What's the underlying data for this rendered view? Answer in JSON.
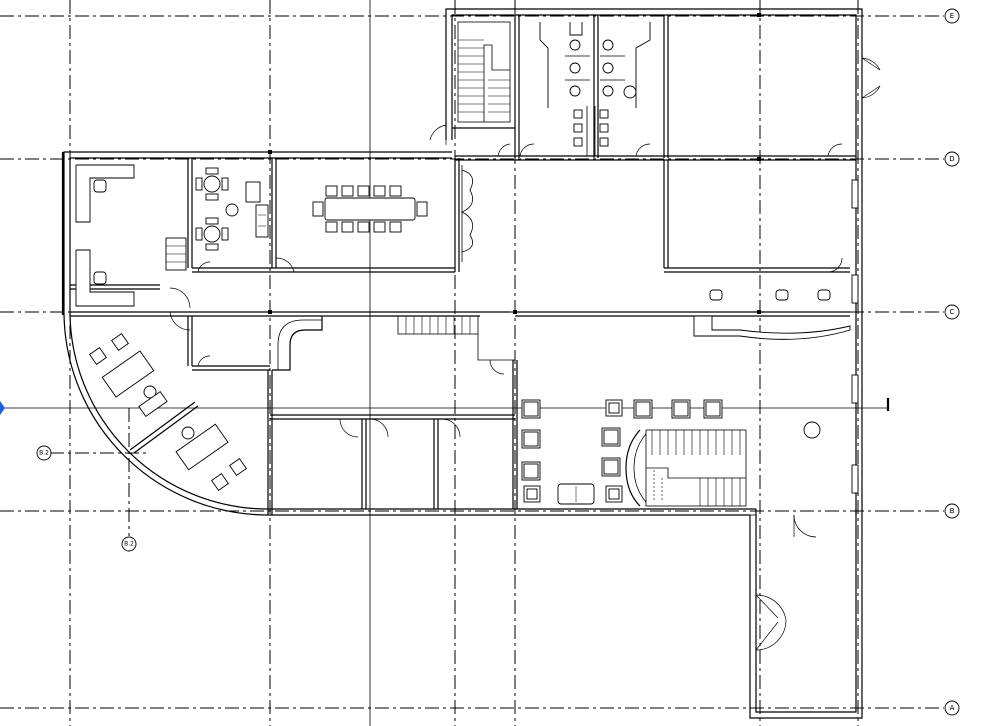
{
  "grid_labels": {
    "E": "E",
    "D": "D",
    "C": "C",
    "B": "B",
    "A": "A",
    "b2_horizontal": "B.2",
    "b2_vertical": "B.2"
  }
}
